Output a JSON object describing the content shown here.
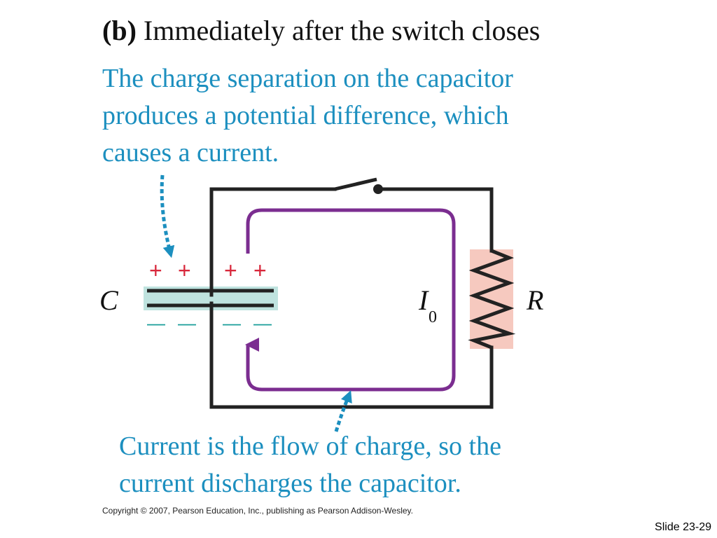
{
  "title": {
    "part": "(b)",
    "text": " Immediately after the switch closes"
  },
  "caption_top": {
    "lines": [
      "The charge separation on the capacitor",
      "produces a potential difference, which",
      "causes a current."
    ]
  },
  "caption_bottom": {
    "lines": [
      "Current is the flow of charge, so the",
      "current discharges the capacitor."
    ]
  },
  "diagram": {
    "capacitor_label": "C",
    "resistor_label": "R",
    "current_label": "I",
    "current_subscript": "0",
    "plus_sign": "+",
    "minus_sign": "—"
  },
  "colors": {
    "caption": "#1c8fbf",
    "wire": "#222222",
    "current_path": "#7b2d90",
    "charge_plus": "#d8283c",
    "charge_minus": "#1a9e9a",
    "capacitor_fill": "#bfe3df",
    "resistor_fill": "#f6c9bf"
  },
  "footer": {
    "copyright": "Copyright © 2007, Pearson Education, Inc., publishing as Pearson Addison-Wesley.",
    "slide": "Slide 23-29"
  }
}
